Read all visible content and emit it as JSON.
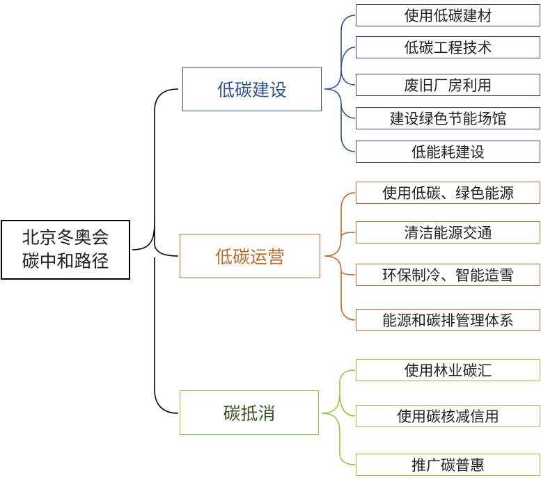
{
  "root": {
    "label": "北京冬奥会\n碳中和路径"
  },
  "branches": [
    {
      "id": "construction",
      "label": "低碳建设",
      "color": "#2E4F8A",
      "items": [
        "使用低碳建材",
        "低碳工程技术",
        "废旧厂房利用",
        "建设绿色节能场馆",
        "低能耗建设"
      ]
    },
    {
      "id": "operation",
      "label": "低碳运营",
      "color": "#C0692A",
      "items": [
        "使用低碳、绿色能源",
        "清洁能源交通",
        "环保制冷、智能造雪",
        "能源和碳排管理体系"
      ]
    },
    {
      "id": "offset",
      "label": "碳抵消",
      "color": "#8DC63F",
      "items": [
        "使用林业碳汇",
        "使用碳核减信用",
        "推广碳普惠"
      ]
    }
  ]
}
